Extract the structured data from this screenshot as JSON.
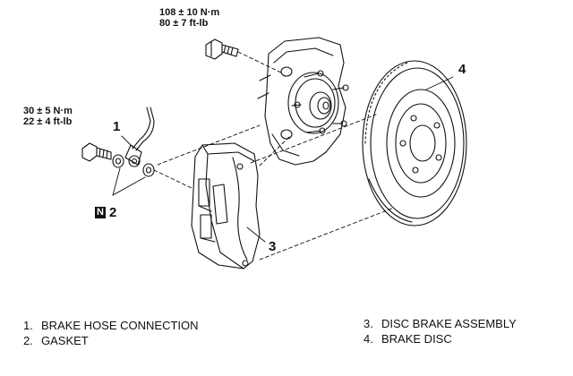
{
  "torques": {
    "top": {
      "line1": "108 ± 10 N·m",
      "line2": "80 ± 7 ft-lb"
    },
    "left": {
      "line1": "30 ± 5 N·m",
      "line2": "22 ± 4 ft-lb"
    }
  },
  "callouts": {
    "c1": "1",
    "c2": "2",
    "c3": "3",
    "c4": "4",
    "n_mark": "N"
  },
  "legend": {
    "items": [
      {
        "num": "1.",
        "text": "BRAKE HOSE CONNECTION"
      },
      {
        "num": "2.",
        "text": "GASKET"
      },
      {
        "num": "3.",
        "text": "DISC BRAKE ASSEMBLY"
      },
      {
        "num": "4.",
        "text": "BRAKE DISC"
      }
    ]
  }
}
